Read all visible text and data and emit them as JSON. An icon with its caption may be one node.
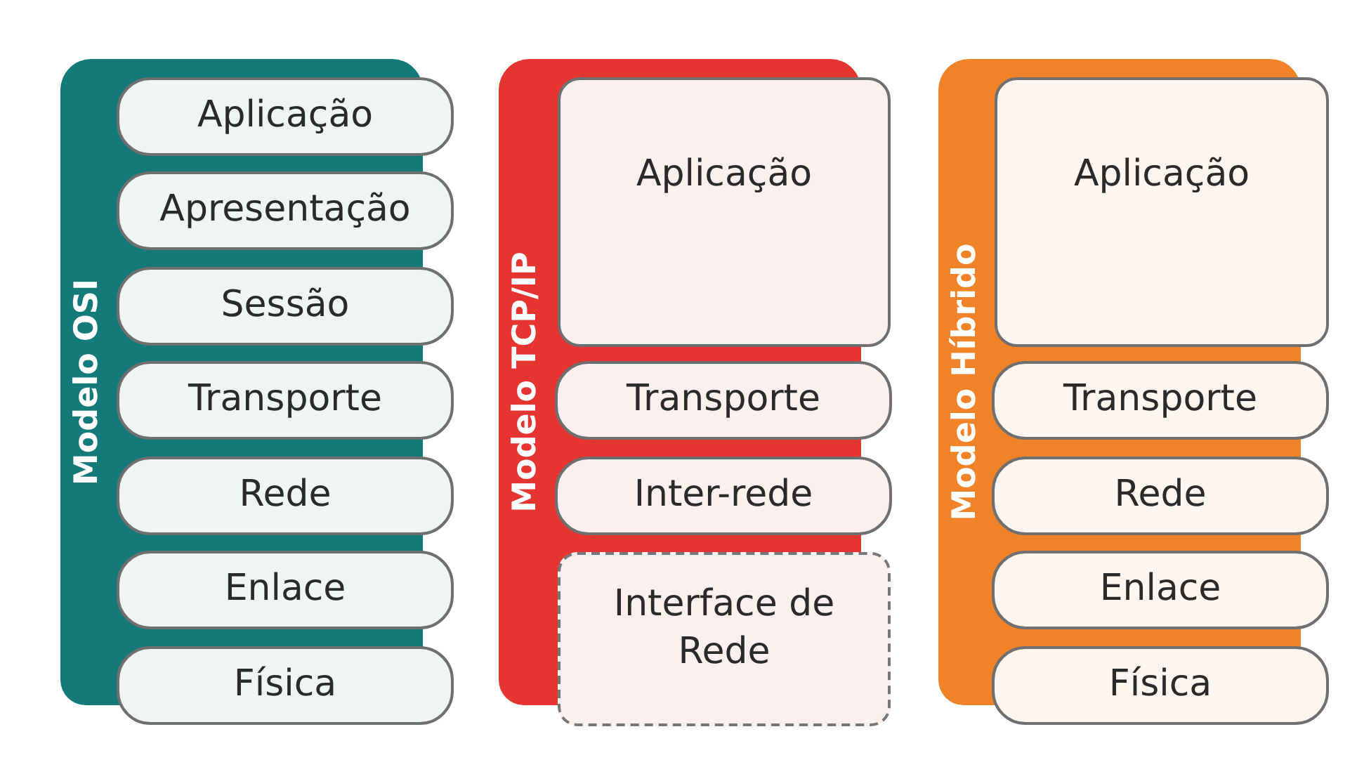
{
  "diagram": {
    "nodes": [
      {
        "text": [
          "Modelo OSI"
        ]
      },
      {
        "text": [
          "Aplicação"
        ],
        "in": 0
      },
      {
        "text": [
          "Apresentação"
        ],
        "in": 0
      },
      {
        "text": [
          "Sessão"
        ],
        "in": 0
      },
      {
        "text": [
          "Transporte"
        ],
        "in": 0
      },
      {
        "text": [
          "Rede"
        ],
        "in": 0
      },
      {
        "text": [
          "Enlace"
        ],
        "in": 0
      },
      {
        "text": [
          "Física"
        ]
      },
      {
        "text": [
          "Modelo TCP/IP"
        ]
      },
      {
        "text": [
          "Aplicação"
        ],
        "in": 8
      },
      {
        "text": [
          "Transporte"
        ],
        "in": 8
      },
      {
        "text": [
          "Inter-rede"
        ],
        "in": 8
      },
      {
        "text": [
          "Interface de Rede"
        ]
      },
      {
        "text": [
          "Modelo Híbrido"
        ]
      },
      {
        "text": [
          "Aplicação"
        ],
        "in": 13
      },
      {
        "text": [
          "Transporte"
        ],
        "in": 13
      },
      {
        "text": [
          "Rede"
        ],
        "in": 13
      },
      {
        "text": [
          "Enlace"
        ],
        "in": 13
      },
      {
        "text": [
          "Física"
        ]
      }
    ]
  }
}
